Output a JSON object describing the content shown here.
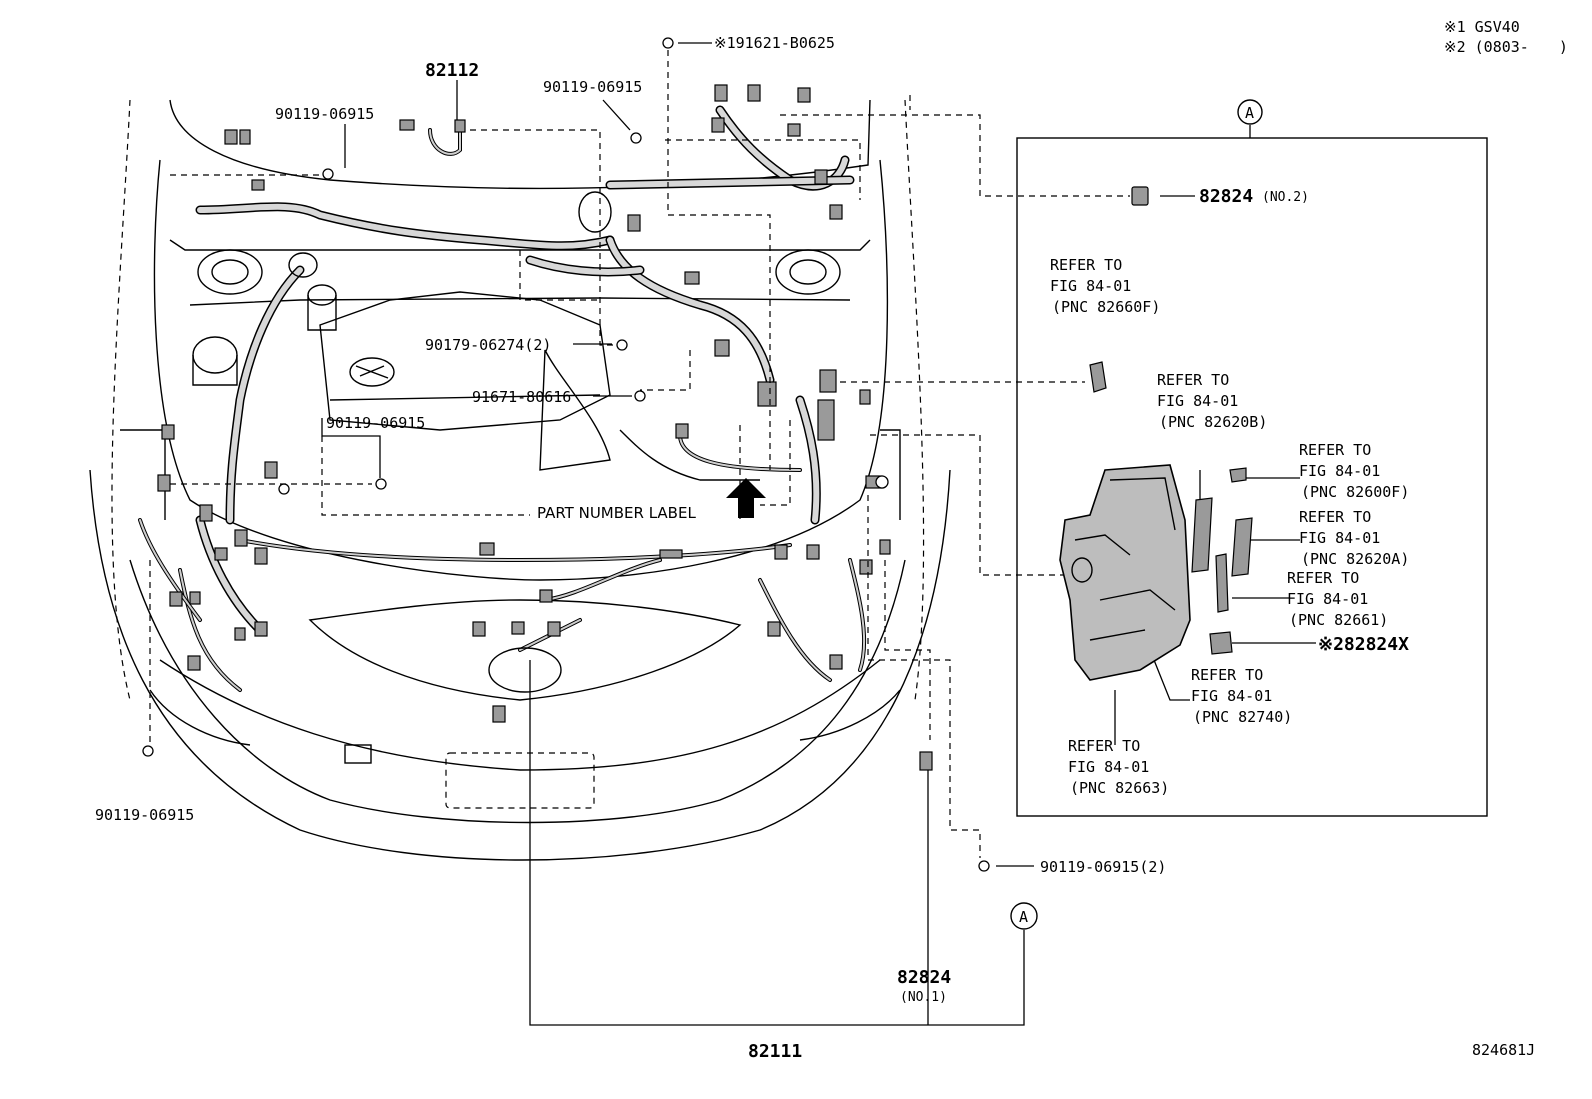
{
  "notes": {
    "note1": "※1 GSV40",
    "note2": "※2 (0803-　　)"
  },
  "parts": {
    "p82112": "82112",
    "p90119_a": "90119-06915",
    "p90119_b": "90119-06915",
    "p90119_c": "90119-06915",
    "p90119_d": "90119-06915",
    "p90119_e": "90119-06915(2)",
    "p191621": "※191621-B0625",
    "p90179": "90179-06274(2)",
    "p91671": "91671-80616",
    "part_number_label": "PART NUMBER LABEL",
    "p82824_no2": "82824",
    "p82824_no2_sub": "(NO.2)",
    "p82824_no1": "82824",
    "p82824_no1_sub": "(NO.1)",
    "p82824x": "※282824X",
    "p82111": "82111",
    "fig_code": "824681J"
  },
  "callouts": {
    "marker_a_top": "A",
    "marker_a_bottom": "A"
  },
  "refs": {
    "r1": {
      "l1": "REFER TO",
      "l2": "FIG 84-01",
      "l3": "(PNC 82660F)"
    },
    "r2": {
      "l1": "REFER TO",
      "l2": "FIG 84-01",
      "l3": "(PNC 82620B)"
    },
    "r3": {
      "l1": "REFER TO",
      "l2": "FIG 84-01",
      "l3": "(PNC 82600F)"
    },
    "r4": {
      "l1": "REFER TO",
      "l2": "FIG 84-01",
      "l3": "(PNC 82620A)"
    },
    "r5": {
      "l1": "REFER TO",
      "l2": "FIG 84-01",
      "l3": "(PNC 82661)"
    },
    "r6": {
      "l1": "REFER TO",
      "l2": "FIG 84-01",
      "l3": "(PNC 82740)"
    },
    "r7": {
      "l1": "REFER TO",
      "l2": "FIG 84-01",
      "l3": "(PNC 82663)"
    }
  }
}
